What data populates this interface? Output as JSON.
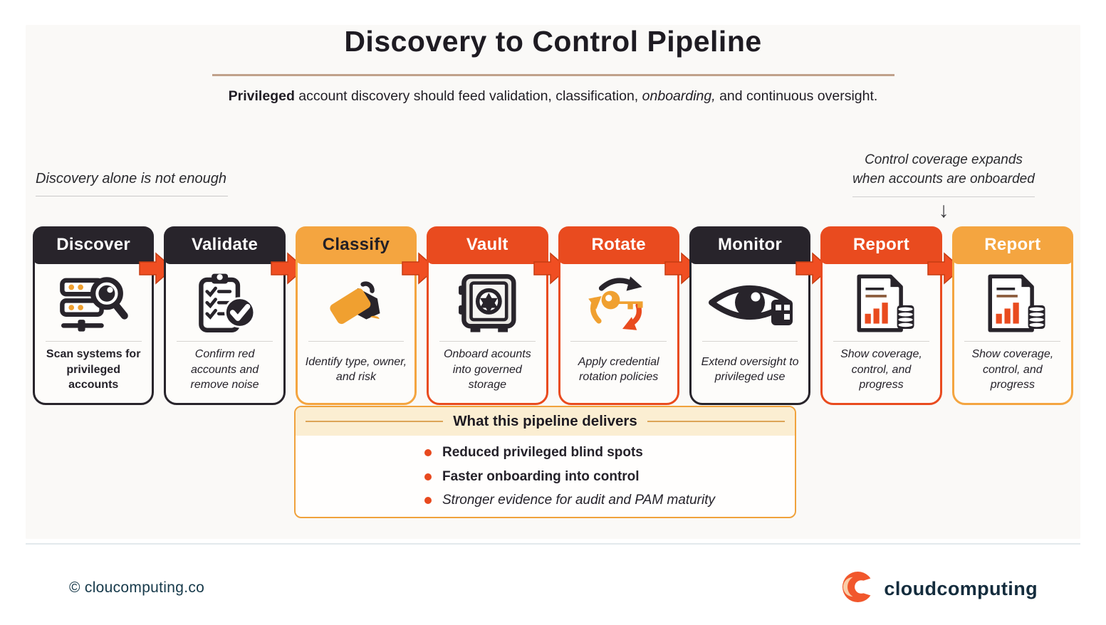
{
  "header": {
    "title": "Discovery to Control Pipeline",
    "subtitle": {
      "bold": "Privileged",
      "mid": " account discovery should feed validation, classification, ",
      "italic": "onboarding,",
      "tail": " and continuous oversight."
    }
  },
  "annotations": {
    "left_note": "Discovery alone is not enough",
    "right_note_line1": "Control coverage expands",
    "right_note_line2": "when accounts are onboarded",
    "down_arrow_glyph": "↓"
  },
  "pipeline": {
    "stages": [
      {
        "label": "Discover",
        "description": "Scan systems for privileged accounts",
        "theme": "dark",
        "label_color": "#ffffff",
        "desc_italic": false,
        "icon": "server-search-icon"
      },
      {
        "label": "Validate",
        "description": "Confirm red accounts and remove noise",
        "theme": "dark",
        "label_color": "#ffffff",
        "desc_italic": true,
        "icon": "clipboard-check-icon"
      },
      {
        "label": "Classify",
        "description": "Identify type, owner, and risk",
        "theme": "amber",
        "label_color": "#221f26",
        "desc_italic": true,
        "icon": "tags-icon"
      },
      {
        "label": "Vault",
        "description": "Onboard acounts into governed storage",
        "theme": "red",
        "label_color": "#ffffff",
        "desc_italic": true,
        "icon": "safe-icon"
      },
      {
        "label": "Rotate",
        "description": "Apply credential rotation policies",
        "theme": "red",
        "label_color": "#ffffff",
        "desc_italic": true,
        "icon": "key-rotation-icon"
      },
      {
        "label": "Monitor",
        "description": "Extend oversight to privileged use",
        "theme": "dark",
        "label_color": "#ffffff",
        "desc_italic": true,
        "icon": "eye-monitor-icon"
      },
      {
        "label": "Report",
        "description": "Show coverage, control, and progress",
        "theme": "red",
        "label_color": "#ffffff",
        "desc_italic": true,
        "icon": "report-chart-icon"
      },
      {
        "label": "Report",
        "description": "Show coverage, control, and progress",
        "theme": "amber",
        "label_color": "#ffffff",
        "desc_italic": true,
        "icon": "report-chart-icon"
      }
    ]
  },
  "delivers": {
    "title": "What this pipeline delivers",
    "bullets": [
      {
        "text": "Reduced privileged blind spots",
        "italic": false
      },
      {
        "text": "Faster onboarding into control",
        "italic": false
      },
      {
        "text": "Stronger evidence for audit and PAM maturity",
        "italic": true
      }
    ]
  },
  "footer": {
    "copyright": "© cloucomputing.co",
    "brand": "cloudcomputing"
  },
  "colors": {
    "dark": "#28242b",
    "amber": "#f4a540",
    "red": "#e94b1f",
    "arrow": "#f04e22",
    "arrowStroke": "#c63d12",
    "iconAccent": "#f0a030",
    "calloutBorder": "#f0a23c",
    "calloutHeaderBg": "#fbeed2",
    "bullet": "#e8491e",
    "titleDivider": "#c0a18b",
    "footerText": "#16394a",
    "brandOrange": "#f1572c"
  }
}
